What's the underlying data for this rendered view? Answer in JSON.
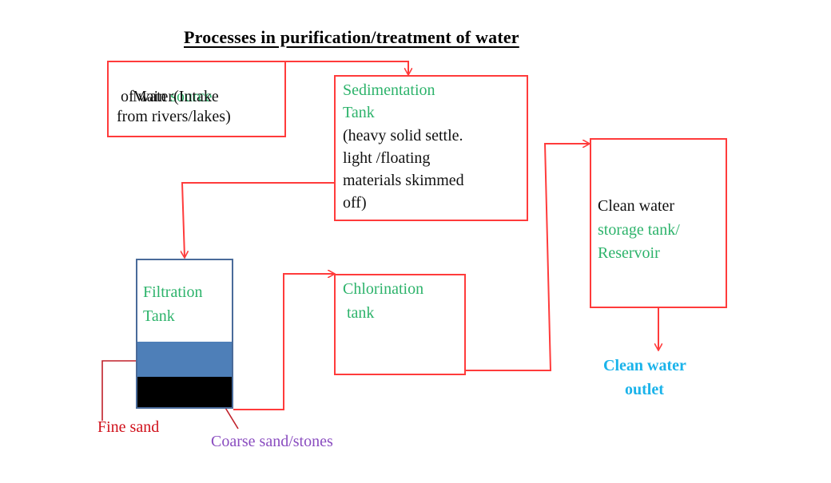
{
  "title": "Processes in purification/treatment of water",
  "nodes": {
    "source": {
      "line1_black": "Main ",
      "line1_green": "source",
      "line2": " of water(Intake",
      "line3": "from rivers/lakes)"
    },
    "sedimentation": {
      "title_line1": "Sedimentation",
      "title_line2": "Tank",
      "desc_line1": "(heavy solid settle.",
      "desc_line2": "light /floating",
      "desc_line3": "materials skimmed",
      "desc_line4": "off)"
    },
    "filtration": {
      "title_line1": "Filtration",
      "title_line2": "Tank"
    },
    "chlorination": {
      "title_line1": "Chlorination",
      "title_line2": " tank"
    },
    "storage": {
      "line1": "Clean water",
      "line2": "storage tank/",
      "line3": "Reservoir"
    },
    "outlet": {
      "line1": "Clean water",
      "line2": "outlet"
    }
  },
  "labels": {
    "fine_sand": "Fine sand",
    "coarse_sand": "Coarse sand/stones"
  },
  "colors": {
    "arrow": "#ff3b3b",
    "label_green": "#2db36b",
    "fine_sand_fill": "#4e7fb8",
    "coarse_sand_fill": "#000000",
    "outlet_blue": "#1ab3ea"
  }
}
